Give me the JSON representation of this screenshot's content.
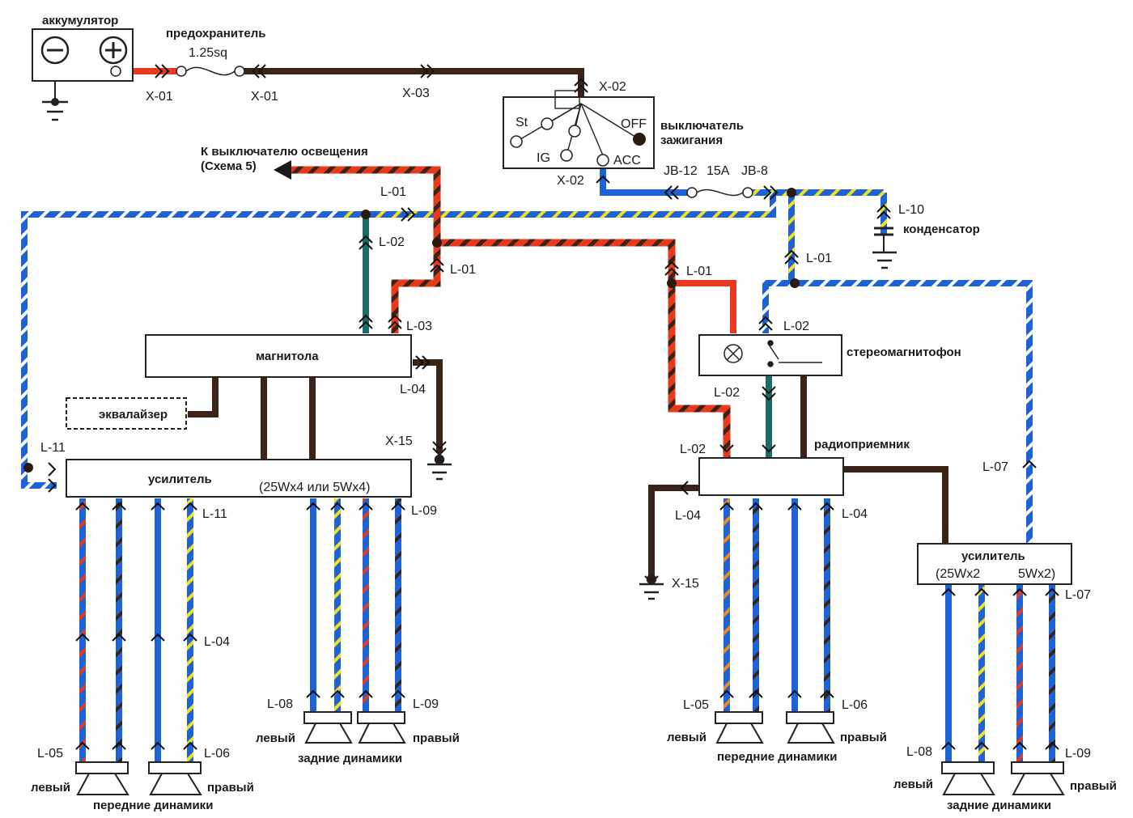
{
  "battery": {
    "label": "аккумулятор"
  },
  "fuse": {
    "label": "предохранитель",
    "rating": "1.25sq"
  },
  "ignition": {
    "label_line1": "выключатель",
    "label_line2": "зажигания",
    "pos_st": "St",
    "pos_ig": "IG",
    "pos_off": "OFF",
    "pos_acc": "ACC"
  },
  "lighting_ref": {
    "line1": "К выключателю освещения",
    "line2": "(Схема 5)"
  },
  "fuse_jb": {
    "left": "JB-12",
    "rating": "15A",
    "right": "JB-8"
  },
  "capacitor": {
    "label": "конденсатор"
  },
  "left_system": {
    "head_unit": "магнитола",
    "equalizer": "эквалайзер",
    "amplifier": "усилитель",
    "amp_power": "(25Wx4  или  5Wx4)",
    "rear_speakers": "задние динамики",
    "front_speakers": "передние динамики"
  },
  "right_system": {
    "tape": "стереомагнитофон",
    "radio": "радиоприемник",
    "amplifier": "усилитель",
    "amp_power_left": "(25Wx2",
    "amp_power_right": "5Wx2)",
    "front_speakers": "передние динамики",
    "rear_speakers": "задние динамики"
  },
  "speaker_sides": {
    "left": "левый",
    "right": "правый"
  },
  "connectors": {
    "x01": "X-01",
    "x02": "X-02",
    "x03": "X-03",
    "x15": "X-15",
    "l01": "L-01",
    "l02": "L-02",
    "l03": "L-03",
    "l04": "L-04",
    "l05": "L-05",
    "l06": "L-06",
    "l07": "L-07",
    "l08": "L-08",
    "l09": "L-09",
    "l10": "L-10",
    "l11": "L-11"
  },
  "wire_colors": {
    "power_red": "#e8391d",
    "dark_brown": "#3a2418",
    "blue": "#1e63d6",
    "teal": "#1b6b66",
    "yellow": "#f3e11c",
    "white": "#ffffff"
  }
}
